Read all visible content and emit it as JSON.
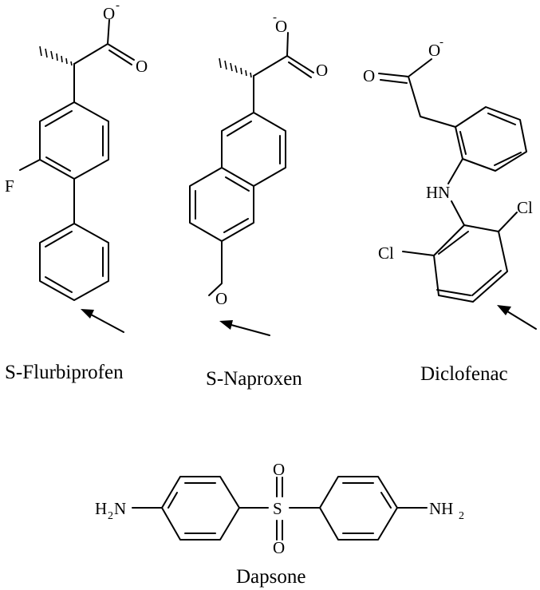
{
  "molecules": {
    "flurbiprofen": {
      "name": "S-Flurbiprofen",
      "atoms": {
        "o_top": "O",
        "o_charge": "-",
        "o_double": "O",
        "f": "F"
      }
    },
    "naproxen": {
      "name": "S-Naproxen",
      "atoms": {
        "o_top": "O",
        "o_charge": "-",
        "o_double": "O",
        "o_methoxy": "O"
      }
    },
    "diclofenac": {
      "name": "Diclofenac",
      "atoms": {
        "o_top": "O",
        "o_charge": "-",
        "o_double": "O",
        "nh": "HN",
        "cl_right": "Cl",
        "cl_left": "Cl"
      }
    },
    "dapsone": {
      "name": "Dapsone",
      "atoms": {
        "h2n_h": "H",
        "h2n_2": "2",
        "h2n_n": "N",
        "s": "S",
        "o_top": "O",
        "o_bottom": "O",
        "nh2_nh": "NH",
        "nh2_2": "2"
      }
    }
  },
  "colors": {
    "ink": "#000000",
    "background": "#ffffff"
  }
}
